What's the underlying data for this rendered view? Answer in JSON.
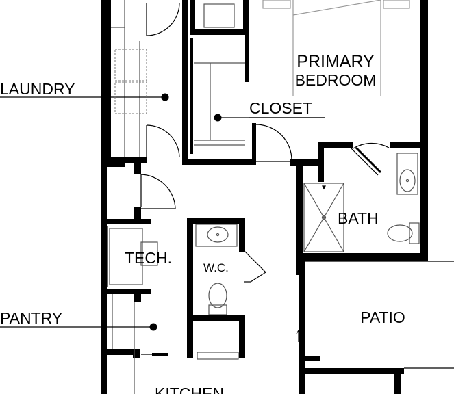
{
  "floor_plan": {
    "rooms": {
      "laundry": "LAUNDRY",
      "closet": "CLOSET",
      "primary_bedroom_line1": "PRIMARY",
      "primary_bedroom_line2": "BEDROOM",
      "bath": "BATH",
      "tech": "TECH.",
      "wc": "W.C.",
      "pantry": "PANTRY",
      "patio": "PATIO",
      "kitchen": "KITCHEN"
    },
    "colors": {
      "wall": "#000000",
      "fixture_line": "#555555",
      "light_line": "#999999",
      "background": "#ffffff"
    }
  }
}
